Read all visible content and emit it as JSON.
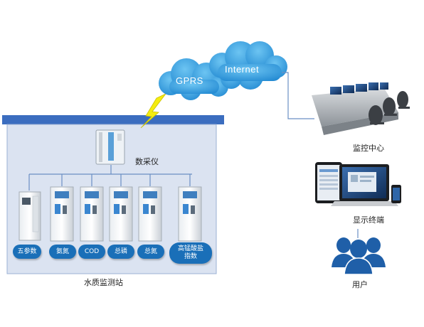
{
  "colors": {
    "station_fill": "#dbe3f1",
    "station_border": "#9bb0d4",
    "station_roof": "#3b6dbf",
    "pill_fill": "#1a6fb8",
    "cloud_fill": "#2a9de0",
    "bolt_fill": "#f4ec10",
    "line_color": "#6a8fc4"
  },
  "cloud": {
    "gprs_label": "GPRS",
    "internet_label": "Internet"
  },
  "station": {
    "title": "水质监测站",
    "collector_label": "数采仪",
    "analyzers": [
      {
        "label": "五参数"
      },
      {
        "label": "氨氮"
      },
      {
        "label": "COD"
      },
      {
        "label": "总磷"
      },
      {
        "label": "总氮"
      },
      {
        "label": "高锰酸盐\n指数"
      }
    ]
  },
  "right": {
    "monitor_center_label": "监控中心",
    "display_terminal_label": "显示终端",
    "user_label": "用户"
  },
  "icons": {
    "bolt": "lightning-bolt-icon",
    "users": "users-group-icon"
  }
}
